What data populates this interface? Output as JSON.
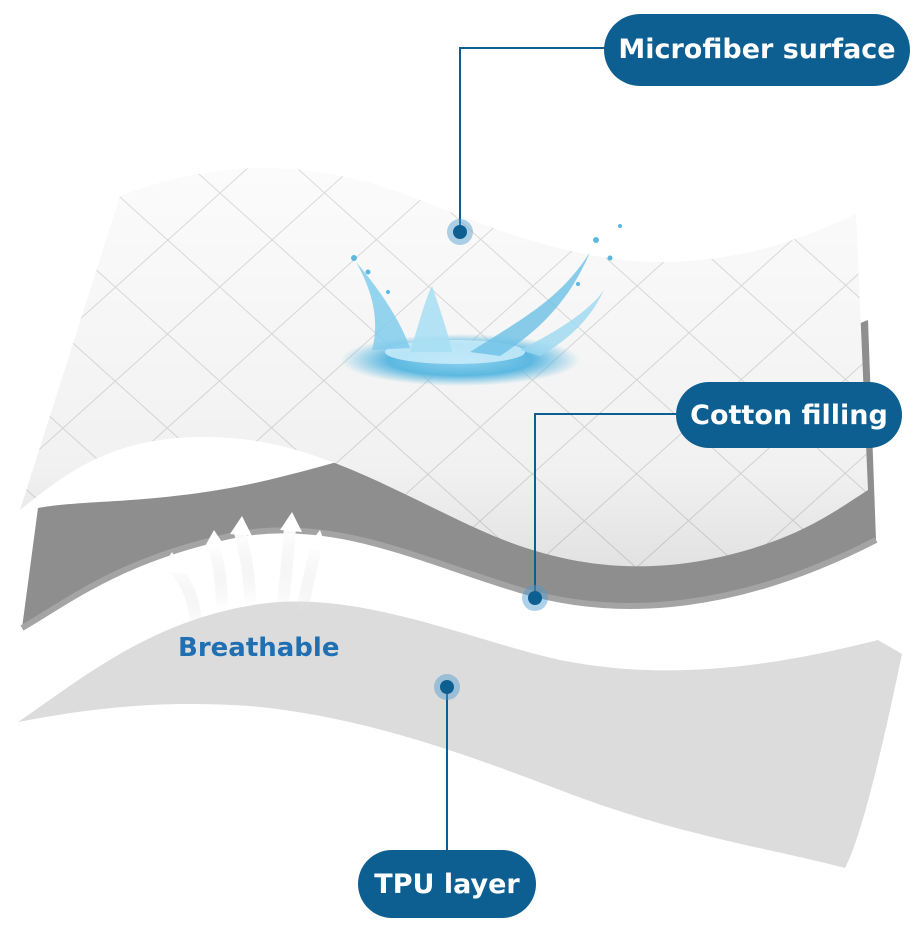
{
  "colors": {
    "accent": "#0d5f91",
    "breathable_text": "#1f6fb2",
    "surface_layer": "#fbfbfb",
    "filling_layer": "#8e8e8e",
    "tpu_layer": "#dcdcdc",
    "water": "#5cb8e0"
  },
  "labels": {
    "microfiber": "Microfiber surface",
    "cotton": "Cotton filling",
    "tpu": "TPU layer",
    "breathable": "Breathable"
  },
  "icons": {
    "marker": "callout-dot-icon",
    "arrows": "breathable-arrows-icon",
    "splash": "water-splash-icon"
  }
}
